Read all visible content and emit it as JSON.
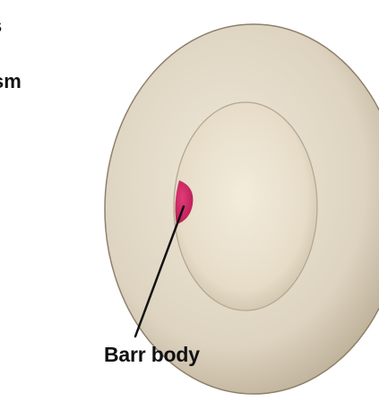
{
  "labels": {
    "top_fragment_1": "s",
    "top_fragment_2": "sm",
    "barr_body": "Barr body"
  },
  "colors": {
    "cell_fill": "#ddd3c0",
    "cell_edge": "#8e806b",
    "nucleus_fill": "#e8dfcc",
    "barr_body": "#d32a66",
    "pointer_line": "#111111"
  }
}
